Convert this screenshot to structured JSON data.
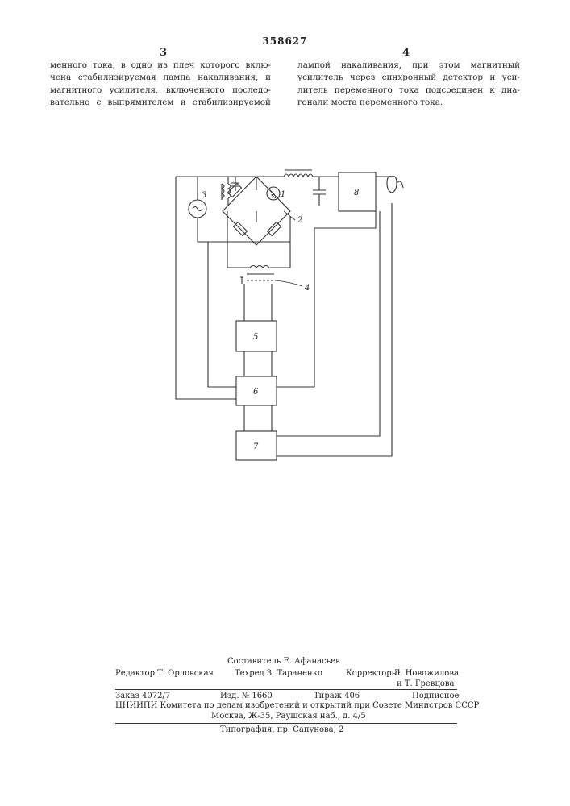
{
  "header": {
    "patent_number": "358627",
    "col_left_number": "3",
    "col_right_number": "4"
  },
  "text": {
    "left_lines": [
      "менного тока, в одно из плеч которого вклю-",
      "чена стабилизируемая лампа накаливания, и",
      "магнитного усилителя, включенного последо-",
      "вательно с выпрямителем и стабилизируемой"
    ],
    "right_lines": [
      "лампой накаливания, при этом магнитный",
      "усилитель через синхронный детектор и уси-",
      "литель переменного тока подсоединен к диа-",
      "гонали моста переменного тока."
    ]
  },
  "diagram": {
    "labels": {
      "lamp": "1",
      "bridge": "2",
      "source": "3",
      "amplifier": "4",
      "block5": "5",
      "block6": "6",
      "block7": "7",
      "block8": "8"
    }
  },
  "footer": {
    "compiler": "Составитель Е. Афанасьев",
    "editor": "Редактор Т. Орловская",
    "techred": "Техред З. Тараненко",
    "correctors_label": "Корректоры:",
    "corrector1": "Л. Новожилова",
    "corrector2": "и Т. Гревцова",
    "order": "Заказ 4072/7",
    "edition": "Изд. № 1660",
    "circulation": "Тираж 406",
    "subscription": "Подписное",
    "org_line1": "ЦНИИПИ Комитета по делам изобретений и открытий при Совете Министров СССР",
    "org_line2": "Москва, Ж-35, Раушская наб., д. 4/5",
    "printing": "Типография, пр. Сапунова, 2"
  }
}
